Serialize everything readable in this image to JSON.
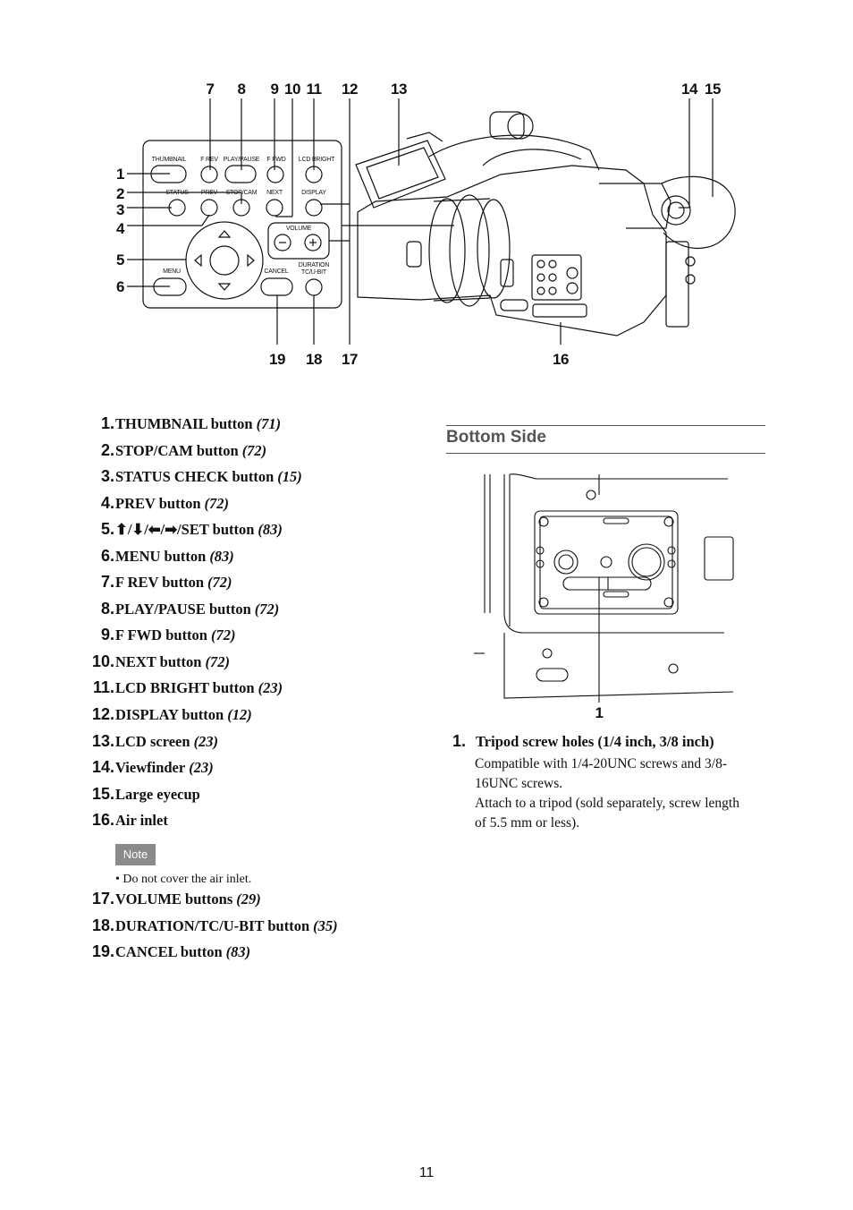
{
  "figure_top": {
    "callouts_top": [
      "7",
      "8",
      "9",
      "10",
      "11",
      "12",
      "13",
      "14",
      "15"
    ],
    "callouts_left": [
      "1",
      "2",
      "3",
      "4",
      "5",
      "6"
    ],
    "callouts_bottom": [
      "19",
      "18",
      "17",
      "16"
    ],
    "panel_labels": {
      "thumbnail": "THUMBNAIL",
      "f_rev": "F REV",
      "play_pause": "PLAY/PAUSE",
      "f_fwd": "F FWD",
      "lcd_bright": "LCD BRIGHT",
      "status": "STATUS",
      "prev": "PREV",
      "stop_cam": "STOP/CAM",
      "next": "NEXT",
      "display": "DISPLAY",
      "volume": "VOLUME",
      "menu": "MENU",
      "cancel": "CANCEL",
      "duration": "DURATION",
      "tc_ubit": "TC/U-BIT"
    }
  },
  "parts_list": [
    {
      "num": "1.",
      "title": "THUMBNAIL button",
      "page": "(71)"
    },
    {
      "num": "2.",
      "title": "STOP/CAM button",
      "page": "(72)"
    },
    {
      "num": "3.",
      "title": "STATUS CHECK button",
      "page": "(15)"
    },
    {
      "num": "4.",
      "title": "PREV button",
      "page": "(72)"
    },
    {
      "num": "5.",
      "title": "⬆/⬇/⬅/➡/SET button",
      "page": "(83)"
    },
    {
      "num": "6.",
      "title": "MENU button",
      "page": "(83)"
    },
    {
      "num": "7.",
      "title": "F REV button",
      "page": "(72)"
    },
    {
      "num": "8.",
      "title": "PLAY/PAUSE button",
      "page": "(72)"
    },
    {
      "num": "9.",
      "title": "F FWD button",
      "page": "(72)"
    },
    {
      "num": "10.",
      "title": "NEXT button",
      "page": "(72)"
    },
    {
      "num": "11.",
      "title": "LCD BRIGHT button",
      "page": "(23)"
    },
    {
      "num": "12.",
      "title": "DISPLAY button",
      "page": "(12)"
    },
    {
      "num": "13.",
      "title": "LCD screen",
      "page": "(23)"
    },
    {
      "num": "14.",
      "title": "Viewfinder",
      "page": "(23)"
    },
    {
      "num": "15.",
      "title": "Large eyecup",
      "page": ""
    },
    {
      "num": "16.",
      "title": "Air inlet",
      "page": ""
    }
  ],
  "note": {
    "badge": "Note",
    "text": "•  Do not cover the air inlet."
  },
  "parts_list_2": [
    {
      "num": "17.",
      "title": "VOLUME buttons",
      "page": "(29)"
    },
    {
      "num": "18.",
      "title": "DURATION/TC/U-BIT button",
      "page": "(35)"
    },
    {
      "num": "19.",
      "title": "CANCEL button",
      "page": "(83)"
    }
  ],
  "bottom_side": {
    "title": "Bottom Side",
    "callout": "1",
    "item_num": "1.",
    "item_title": "Tripod screw holes (1/4 inch, 3/8 inch)",
    "desc_lines": [
      "Compatible with 1/4-20UNC screws and 3/8-",
      "16UNC screws.",
      "Attach to a tripod (sold separately, screw length",
      "of 5.5 mm or less)."
    ]
  },
  "page_number": "11"
}
